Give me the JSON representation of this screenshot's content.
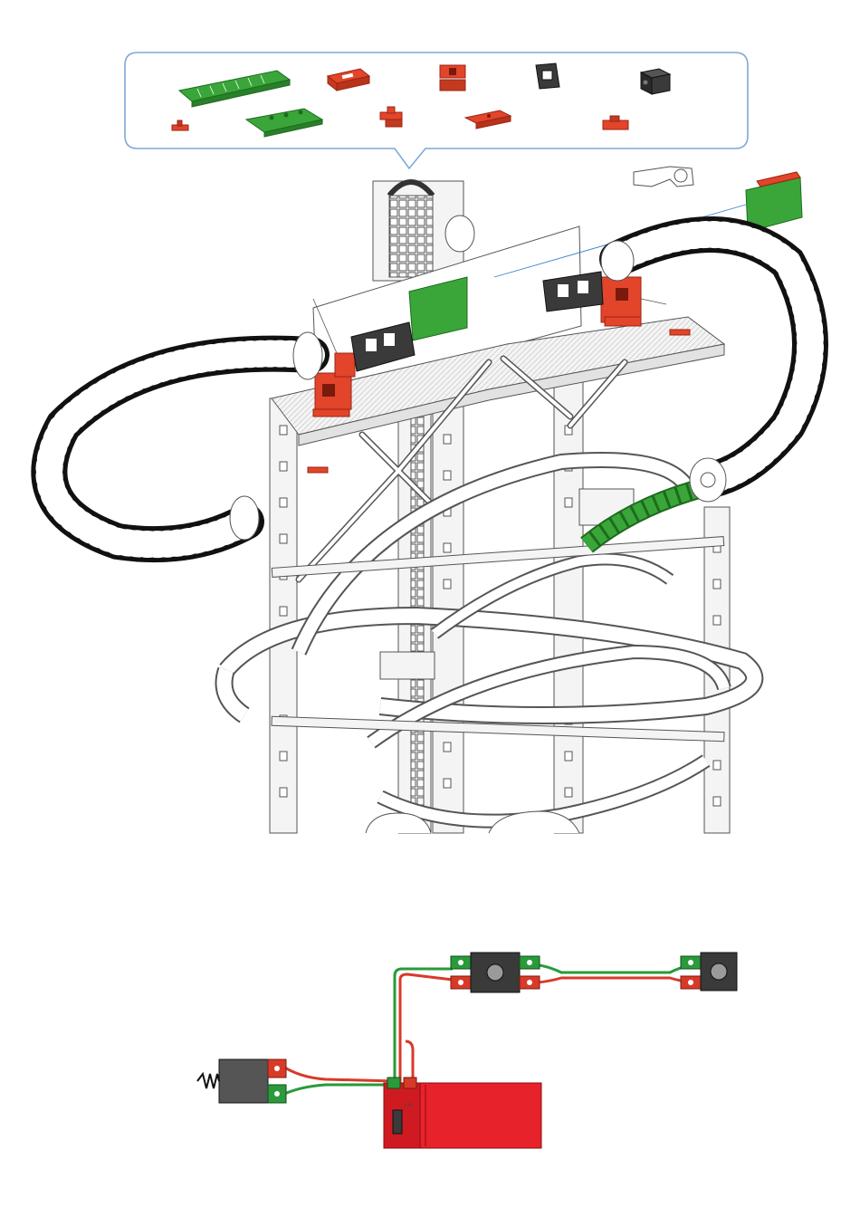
{
  "colors": {
    "green": "#3aa63a",
    "green_dark": "#1e6b1e",
    "red": "#e2452a",
    "red_dark": "#9c2414",
    "black_part": "#3a3a3a",
    "callout_border": "#7fa8d8",
    "battery_red": "#e8222a",
    "wire_red": "#d83a2a",
    "wire_green": "#2a9a3a",
    "structure_line": "#555555",
    "structure_fill": "#f4f4f4"
  },
  "parts_callout": {
    "items": [
      {
        "name": "green-rail",
        "icon": "green-rail-icon"
      },
      {
        "name": "red-plate",
        "icon": "red-plate-icon"
      },
      {
        "name": "red-block",
        "icon": "red-block-icon"
      },
      {
        "name": "black-clip",
        "icon": "black-clip-icon"
      },
      {
        "name": "black-cube",
        "icon": "black-cube-icon"
      },
      {
        "name": "red-peg",
        "icon": "red-peg-icon"
      },
      {
        "name": "green-plate",
        "icon": "green-plate-icon"
      },
      {
        "name": "red-joint",
        "icon": "red-joint-icon"
      },
      {
        "name": "red-slab",
        "icon": "red-slab-icon"
      },
      {
        "name": "red-clip",
        "icon": "red-clip-icon"
      }
    ]
  },
  "circuit": {
    "battery_label": "A 6",
    "switch_plus": "+",
    "switch_minus": "−"
  }
}
